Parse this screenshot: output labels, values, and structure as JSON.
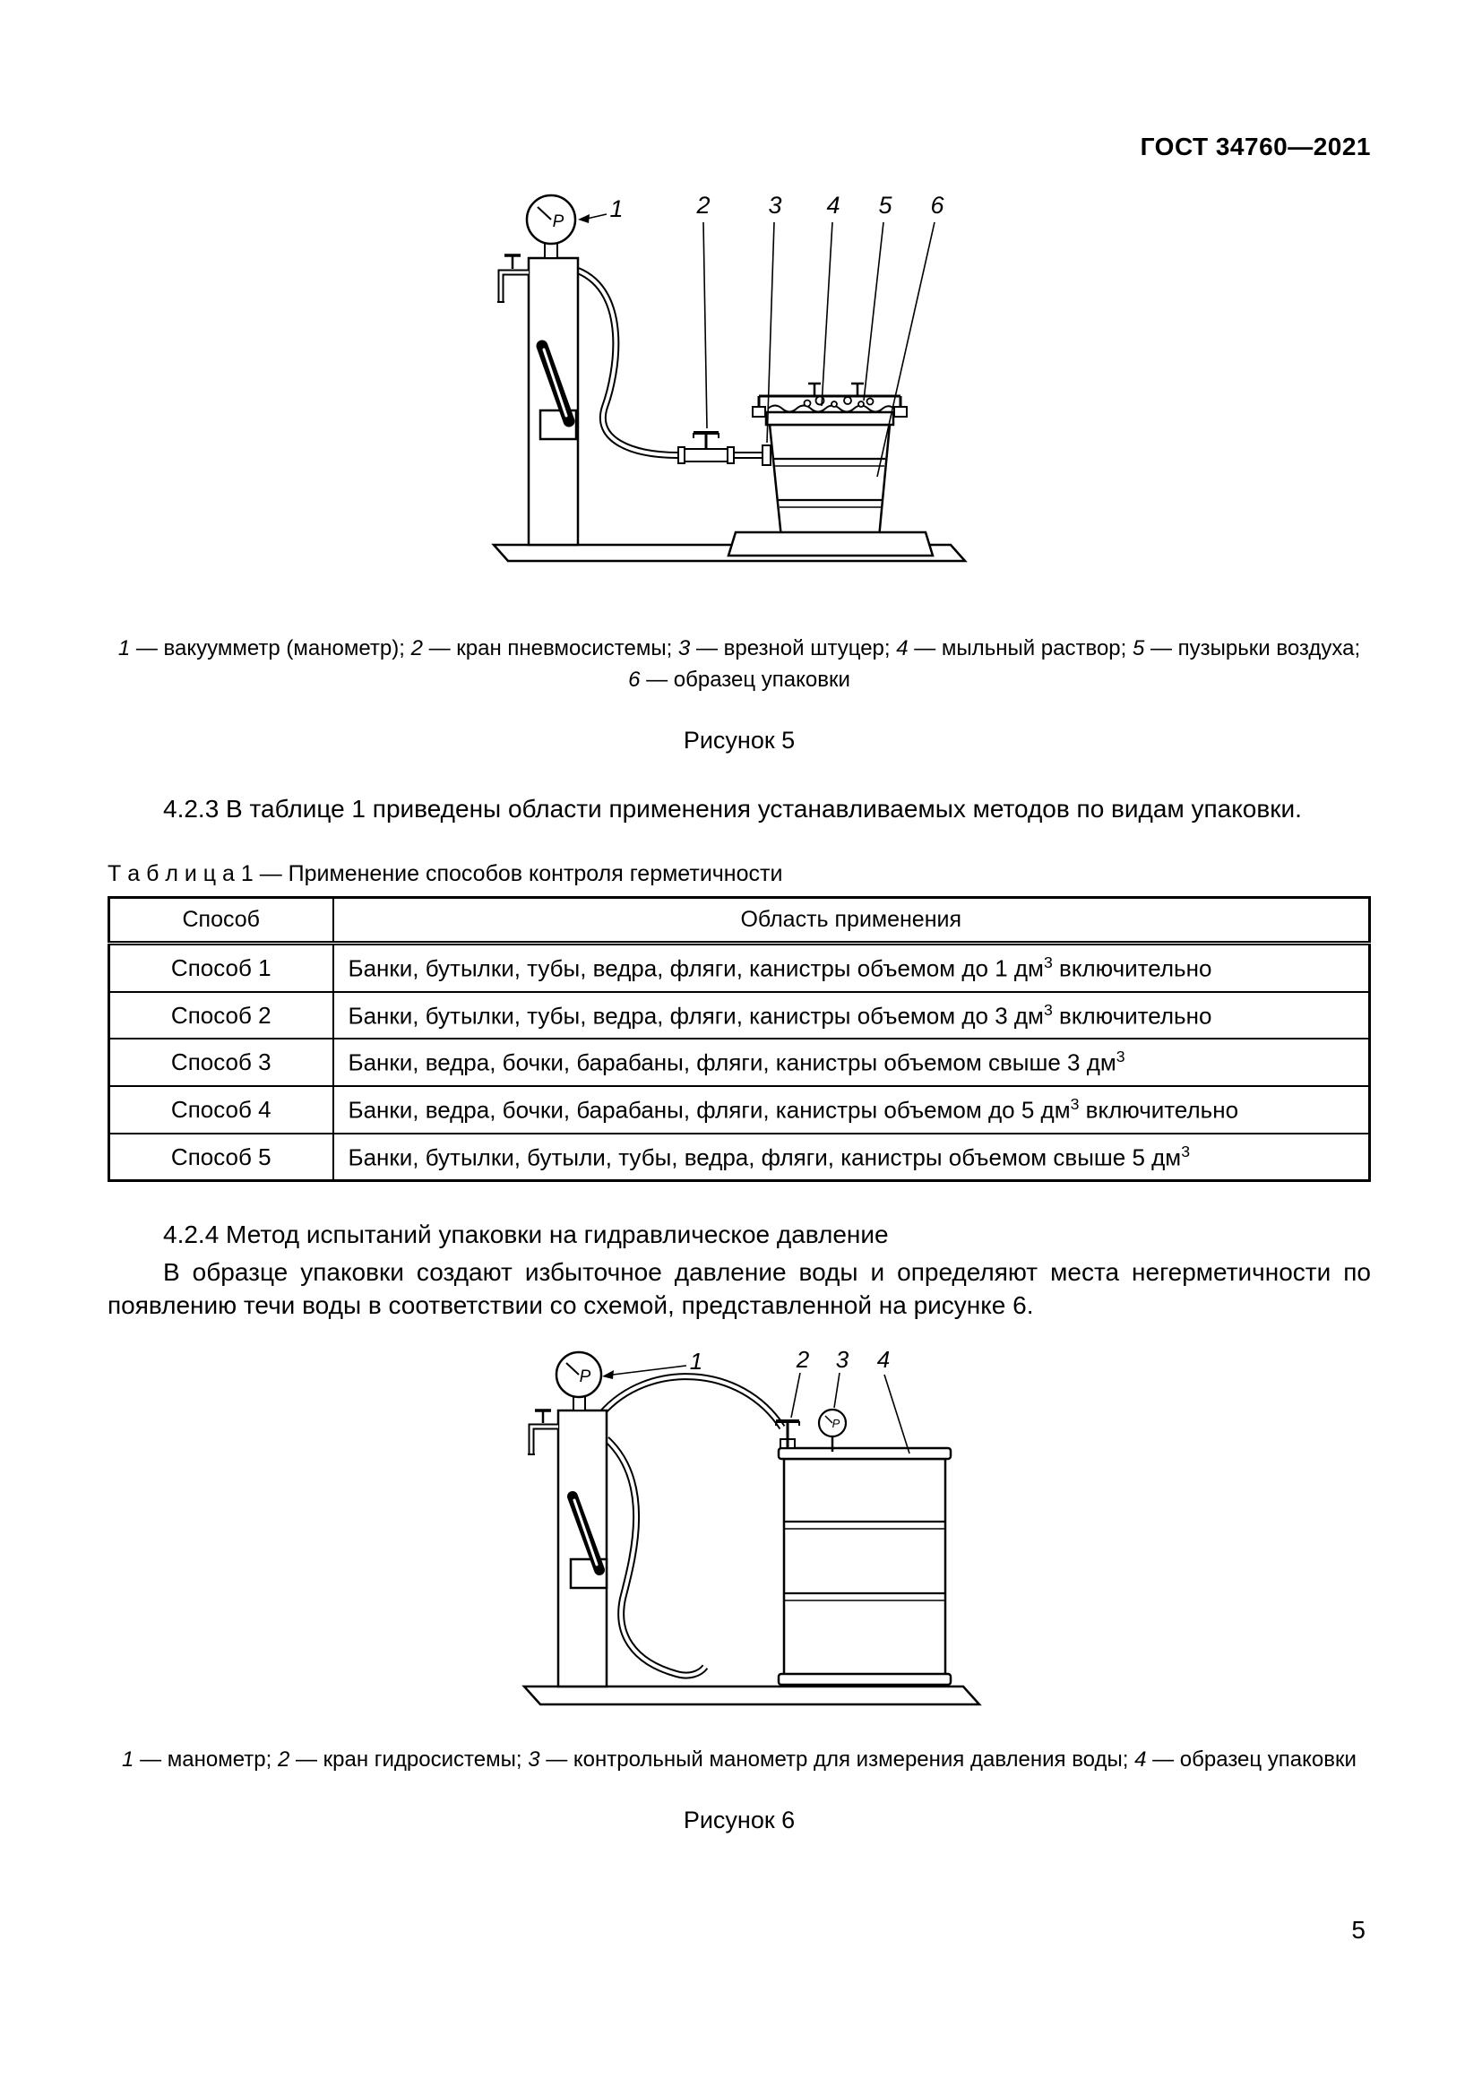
{
  "header": {
    "title": "ГОСТ 34760—2021"
  },
  "figure5": {
    "labels": [
      "1",
      "2",
      "3",
      "4",
      "5",
      "6"
    ],
    "gauge_letter": "Р",
    "caption": [
      {
        "num": "1",
        "text": "— вакуумметр (манометр);"
      },
      {
        "num": "2",
        "text": "— кран пневмосистемы;"
      },
      {
        "num": "3",
        "text": "— врезной штуцер;"
      },
      {
        "num": "4",
        "text": "— мыльный раствор;"
      },
      {
        "num": "5",
        "text": "— пузырьки воздуха;"
      },
      {
        "num": "6",
        "text": "— образец упаковки"
      }
    ],
    "title": "Рисунок 5"
  },
  "sections": {
    "s423": "4.2.3 В таблице 1 приведены области применения устанавливаемых методов по видам упаковки.",
    "s424_heading": "4.2.4 Метод испытаний упаковки на гидравлическое давление",
    "s424_body": "В образце упаковки создают избыточное давление воды и определяют места негерметичности по появлению течи воды в соответствии со схемой, представленной на рисунке 6."
  },
  "table1": {
    "caption": "Т а б л и ц а  1 — Применение способов контроля герметичности",
    "headers": [
      "Способ",
      "Область применения"
    ],
    "rows": [
      {
        "method": "Способ 1",
        "text": "Банки, бутылки, тубы, ведра, фляги, канистры объемом до 1 дм",
        "sup": "3",
        "after": " включительно"
      },
      {
        "method": "Способ 2",
        "text": "Банки, бутылки, тубы, ведра, фляги, канистры объемом до 3 дм",
        "sup": "3",
        "after": " включительно"
      },
      {
        "method": "Способ 3",
        "text": "Банки, ведра, бочки, барабаны, фляги, канистры объемом свыше 3 дм",
        "sup": "3",
        "after": ""
      },
      {
        "method": "Способ 4",
        "text": "Банки, ведра, бочки, барабаны, фляги, канистры объемом до 5 дм",
        "sup": "3",
        "after": " включительно"
      },
      {
        "method": "Способ 5",
        "text": "Банки, бутылки, бутыли, тубы, ведра, фляги, канистры объемом свыше 5 дм",
        "sup": "3",
        "after": ""
      }
    ]
  },
  "figure6": {
    "labels": [
      "1",
      "2",
      "3",
      "4"
    ],
    "gauge_letter": "Р",
    "caption": [
      {
        "num": "1",
        "text": "— манометр;"
      },
      {
        "num": "2",
        "text": "— кран гидросистемы;"
      },
      {
        "num": "3",
        "text": "— контрольный манометр для измерения давления воды;"
      },
      {
        "num": "4",
        "text": "— образец упаковки"
      }
    ],
    "title": "Рисунок 6"
  },
  "footer": {
    "page_number": "5"
  }
}
